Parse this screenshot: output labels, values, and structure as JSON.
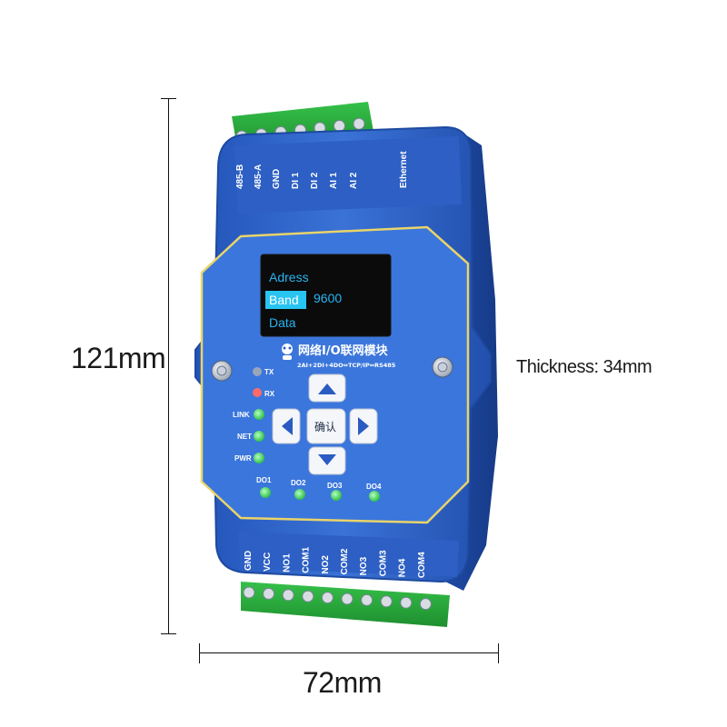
{
  "dimensions": {
    "height": "121mm",
    "width": "72mm",
    "thickness": "Thickness: 34mm"
  },
  "top_terminals": [
    "485-B",
    "485-A",
    "GND",
    "DI 1",
    "DI 2",
    "AI 1",
    "AI 2"
  ],
  "ethernet_label": "Ethernet",
  "bottom_terminals": [
    "GND",
    "VCC",
    "NO1",
    "COM1",
    "NO2",
    "COM2",
    "NO3",
    "COM3",
    "NO4",
    "COM4"
  ],
  "oled": {
    "line1": "Adress",
    "line2_label": "Band",
    "line2_value": "9600",
    "line3": "Data"
  },
  "module_title": "网络I/O联网模块",
  "module_subtitle": "2AI+2DI+4DO⇔TCP/IP⇔RS485",
  "leds": {
    "tx": "TX",
    "rx": "RX",
    "link": "LINK",
    "net": "NET",
    "pwr": "PWR",
    "do1": "DO1",
    "do2": "DO2",
    "do3": "DO3",
    "do4": "DO4"
  },
  "keypad": {
    "confirm": "确认",
    "up": "up-arrow-icon",
    "down": "down-arrow-icon",
    "left": "left-arrow-icon",
    "right": "right-arrow-icon"
  },
  "colors": {
    "housing": "#2f62c8",
    "panel": "#3a73d8",
    "terminal": "#27a83a",
    "oled_bg": "#0b0b0b",
    "oled_text": "#28b4f0",
    "led_green": "#3fcf5a",
    "led_red": "#ff5a5a"
  }
}
